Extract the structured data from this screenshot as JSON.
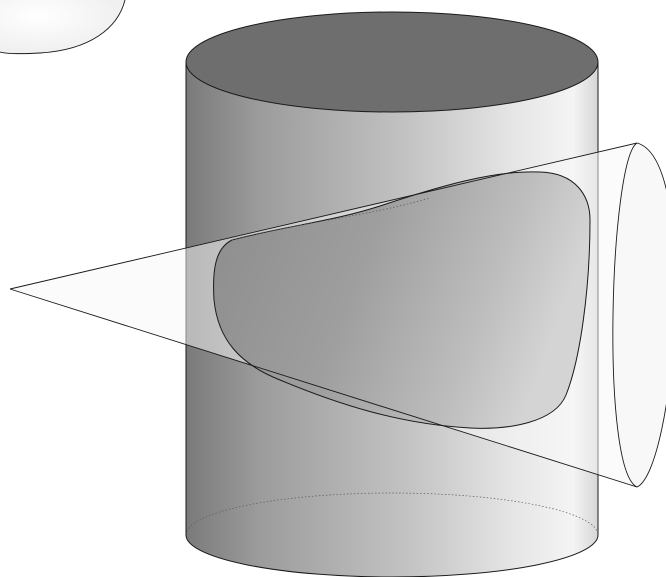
{
  "figure": {
    "kind": "3d-geometry-illustration",
    "shapes": [
      "cylinder",
      "cone",
      "intersection-surface",
      "partial-sphere"
    ],
    "colors": {
      "background": "#ffffff",
      "outline": "#1a1a1a",
      "cylinder_top": "#6e6e6e",
      "cylinder_body_dark": "#747474",
      "cylinder_body_light": "#f2f2f2",
      "cone_fill": "#f6f6f6",
      "intersection_dark": "#8a8a8a",
      "intersection_light": "#d2d2d2"
    }
  }
}
